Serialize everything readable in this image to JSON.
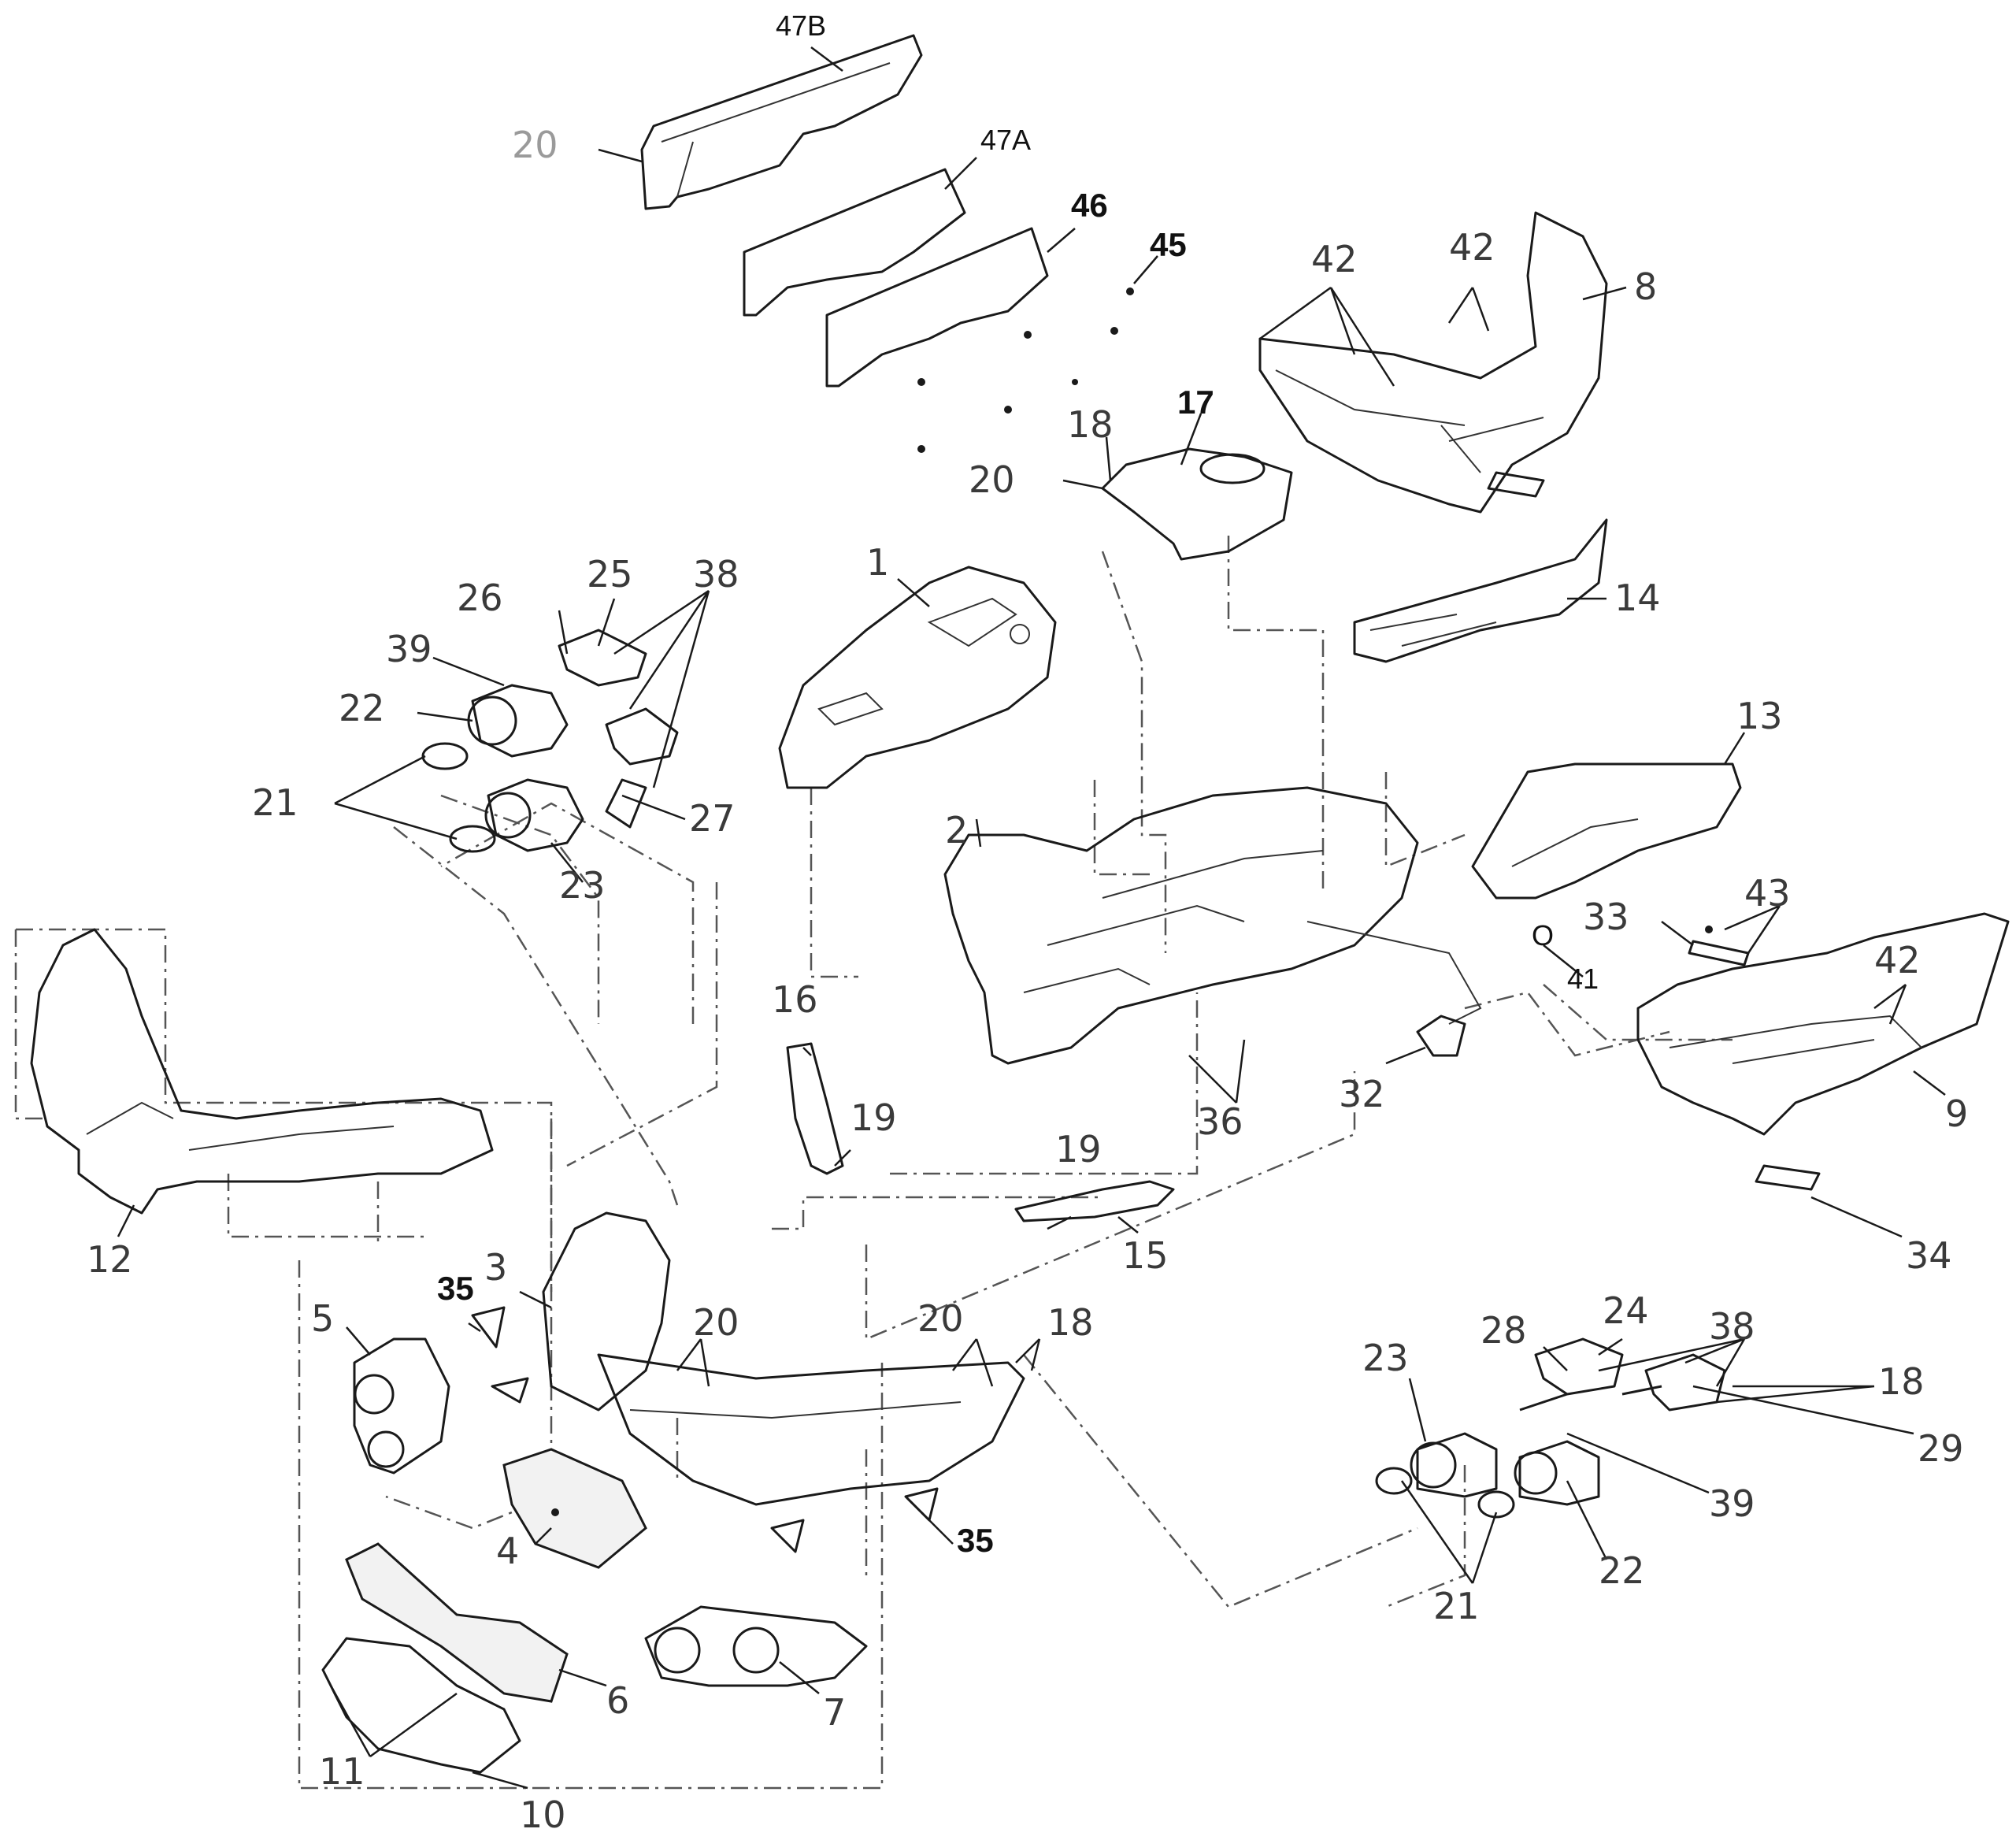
{
  "diagram": {
    "callouts": {
      "c47b": "47B",
      "c20_top": "20",
      "c47a": "47A",
      "c46": "46",
      "c45": "45",
      "c42_a": "42",
      "c42_b": "42",
      "c8": "8",
      "c17": "17",
      "c18_top": "18",
      "c20_mid": "20",
      "c1": "1",
      "c14": "14",
      "c26": "26",
      "c25": "25",
      "c38_top": "38",
      "c39_top": "39",
      "c22_top": "22",
      "c21_top": "21",
      "c27": "27",
      "c23_top": "23",
      "c13": "13",
      "c2": "2",
      "c41": "41",
      "c41_ring": "O",
      "c33": "33",
      "c43": "43",
      "c42_c": "42",
      "c16": "16",
      "c19_a": "19",
      "c36": "36",
      "c32": "32",
      "c9": "9",
      "c12": "12",
      "c19_b": "19",
      "c15": "15",
      "c34": "34",
      "c3": "3",
      "c35_top": "35",
      "c5": "5",
      "c20_low_a": "20",
      "c20_low_b": "20",
      "c18_low": "18",
      "c28": "28",
      "c24": "24",
      "c38_low": "38",
      "c23_low": "23",
      "c18_right": "18",
      "c29": "29",
      "c39_low": "39",
      "c4": "4",
      "c35_low": "35",
      "c22_low": "22",
      "c21_low": "21",
      "c6": "6",
      "c7": "7",
      "c11": "11",
      "c10": "10"
    }
  }
}
